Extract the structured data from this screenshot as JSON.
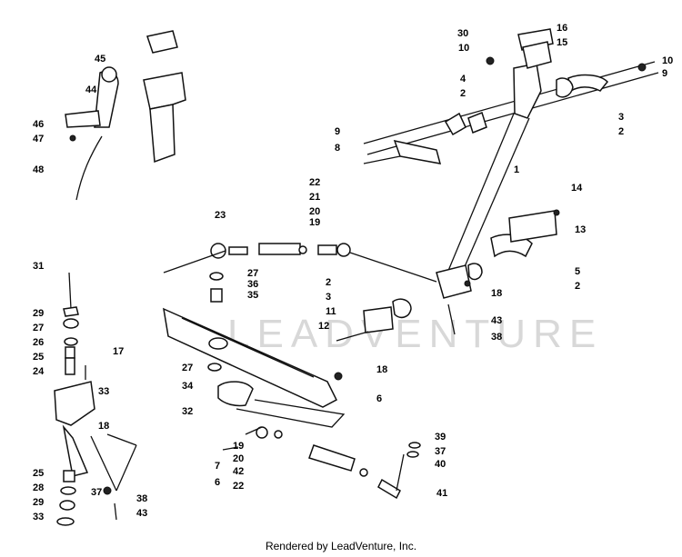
{
  "watermark": "LEADVENTURE",
  "footer": "Rendered by LeadVenture, Inc.",
  "callouts": [
    {
      "id": "c30",
      "text": "30"
    },
    {
      "id": "c16",
      "text": "16"
    },
    {
      "id": "c15",
      "text": "15"
    },
    {
      "id": "c10a",
      "text": "10"
    },
    {
      "id": "c10b",
      "text": "10"
    },
    {
      "id": "c9a",
      "text": "9"
    },
    {
      "id": "c4",
      "text": "4"
    },
    {
      "id": "c2a",
      "text": "2"
    },
    {
      "id": "c3a",
      "text": "3"
    },
    {
      "id": "c2b",
      "text": "2"
    },
    {
      "id": "c9b",
      "text": "9"
    },
    {
      "id": "c8",
      "text": "8"
    },
    {
      "id": "c1",
      "text": "1"
    },
    {
      "id": "c14",
      "text": "14"
    },
    {
      "id": "c13",
      "text": "13"
    },
    {
      "id": "c5",
      "text": "5"
    },
    {
      "id": "c2c",
      "text": "2"
    },
    {
      "id": "c18a",
      "text": "18"
    },
    {
      "id": "c2d",
      "text": "2"
    },
    {
      "id": "c3b",
      "text": "3"
    },
    {
      "id": "c11",
      "text": "11"
    },
    {
      "id": "c12",
      "text": "12"
    },
    {
      "id": "c43a",
      "text": "43"
    },
    {
      "id": "c38a",
      "text": "38"
    },
    {
      "id": "c45",
      "text": "45"
    },
    {
      "id": "c44",
      "text": "44"
    },
    {
      "id": "c46",
      "text": "46"
    },
    {
      "id": "c47",
      "text": "47"
    },
    {
      "id": "c48",
      "text": "48"
    },
    {
      "id": "c23",
      "text": "23"
    },
    {
      "id": "c22a",
      "text": "22"
    },
    {
      "id": "c21",
      "text": "21"
    },
    {
      "id": "c20a",
      "text": "20"
    },
    {
      "id": "c19a",
      "text": "19"
    },
    {
      "id": "c27a",
      "text": "27"
    },
    {
      "id": "c36",
      "text": "36"
    },
    {
      "id": "c35",
      "text": "35"
    },
    {
      "id": "c27b",
      "text": "27"
    },
    {
      "id": "c34",
      "text": "34"
    },
    {
      "id": "c18b",
      "text": "18"
    },
    {
      "id": "c6a",
      "text": "6"
    },
    {
      "id": "c32",
      "text": "32"
    },
    {
      "id": "c31",
      "text": "31"
    },
    {
      "id": "c29a",
      "text": "29"
    },
    {
      "id": "c27c",
      "text": "27"
    },
    {
      "id": "c26",
      "text": "26"
    },
    {
      "id": "c25a",
      "text": "25"
    },
    {
      "id": "c17",
      "text": "17"
    },
    {
      "id": "c24",
      "text": "24"
    },
    {
      "id": "c33a",
      "text": "33"
    },
    {
      "id": "c18c",
      "text": "18"
    },
    {
      "id": "c25b",
      "text": "25"
    },
    {
      "id": "c28",
      "text": "28"
    },
    {
      "id": "c29b",
      "text": "29"
    },
    {
      "id": "c33b",
      "text": "33"
    },
    {
      "id": "c37a",
      "text": "37"
    },
    {
      "id": "c38b",
      "text": "38"
    },
    {
      "id": "c43b",
      "text": "43"
    },
    {
      "id": "c19b",
      "text": "19"
    },
    {
      "id": "c20b",
      "text": "20"
    },
    {
      "id": "c42",
      "text": "42"
    },
    {
      "id": "c22b",
      "text": "22"
    },
    {
      "id": "c7",
      "text": "7"
    },
    {
      "id": "c6b",
      "text": "6"
    },
    {
      "id": "c39",
      "text": "39"
    },
    {
      "id": "c37b",
      "text": "37"
    },
    {
      "id": "c40",
      "text": "40"
    },
    {
      "id": "c41",
      "text": "41"
    }
  ]
}
